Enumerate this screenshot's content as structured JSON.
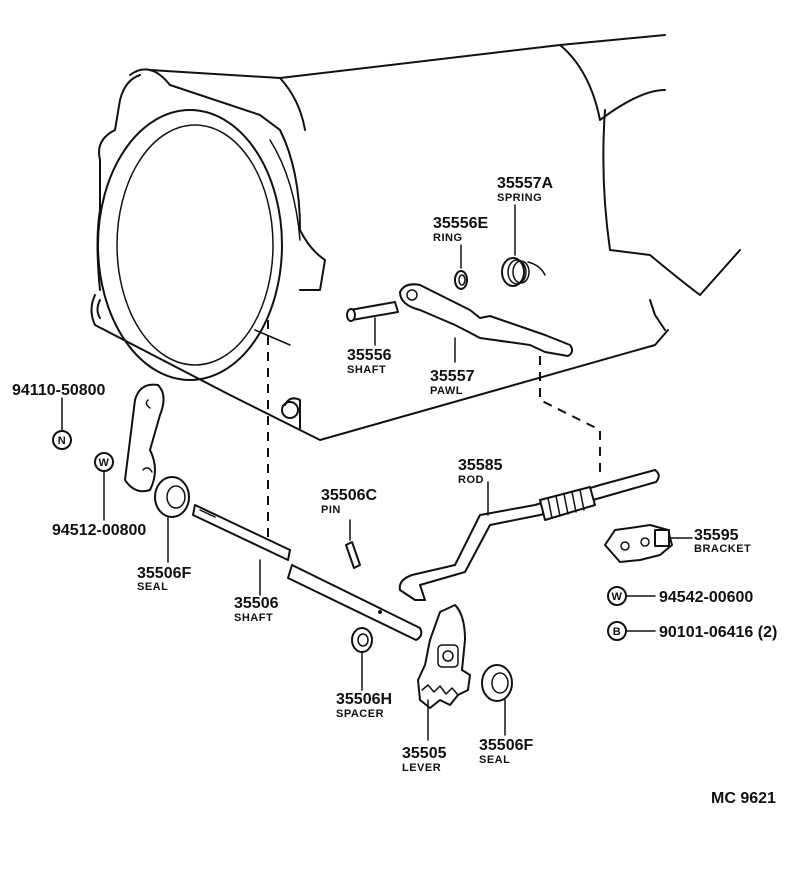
{
  "diagram_code": "MC 9621",
  "symbols": {
    "nut": "N",
    "washer": "W",
    "bolt": "B"
  },
  "callouts": {
    "spring": {
      "number": "35557A",
      "name": "SPRING"
    },
    "ring": {
      "number": "35556E",
      "name": "RING"
    },
    "pawl_shaft": {
      "number": "35556",
      "name": "SHAFT"
    },
    "pawl": {
      "number": "35557",
      "name": "PAWL"
    },
    "nut": {
      "number": "94110-50800"
    },
    "washer_left": {
      "number": "94512-00800"
    },
    "seal_left": {
      "number": "35506F",
      "name": "SEAL"
    },
    "shaft": {
      "number": "35506",
      "name": "SHAFT"
    },
    "pin": {
      "number": "35506C",
      "name": "PIN"
    },
    "rod": {
      "number": "35585",
      "name": "ROD"
    },
    "bracket": {
      "number": "35595",
      "name": "BRACKET"
    },
    "washer_right": {
      "number": "94542-00600"
    },
    "bolt": {
      "number": "90101-06416 (2)"
    },
    "spacer": {
      "number": "35506H",
      "name": "SPACER"
    },
    "lever": {
      "number": "35505",
      "name": "LEVER"
    },
    "seal_right": {
      "number": "35506F",
      "name": "SEAL"
    }
  }
}
